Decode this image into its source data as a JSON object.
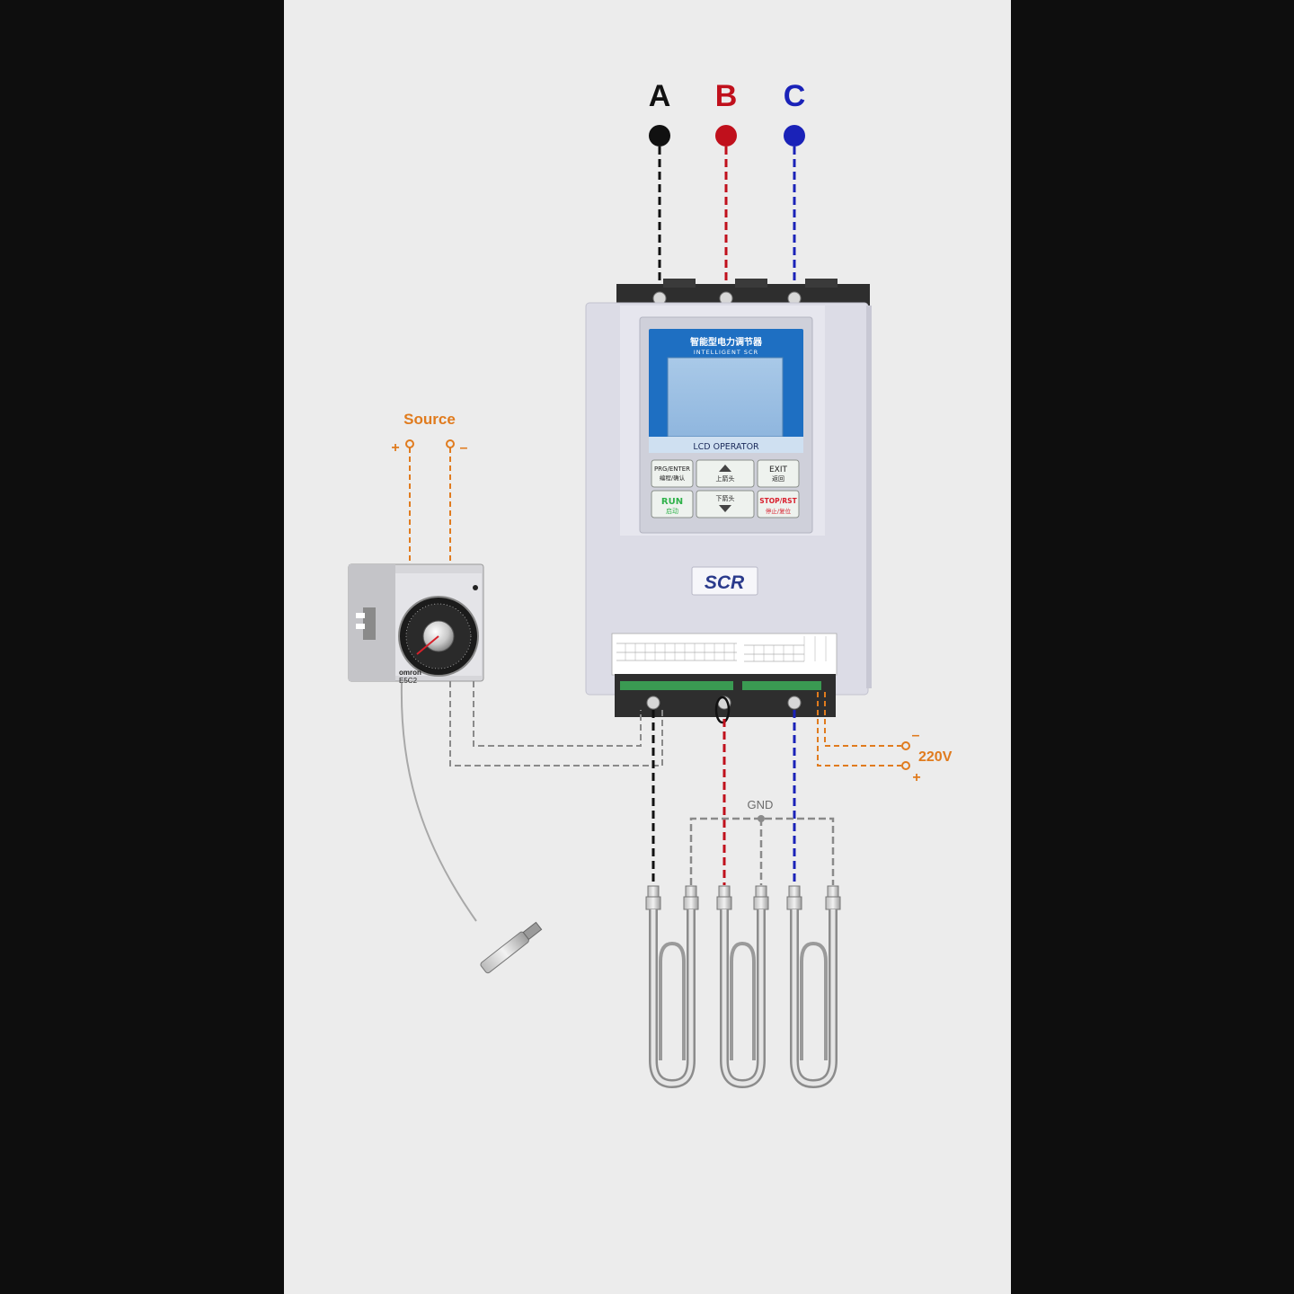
{
  "phases": [
    {
      "label": "A",
      "color": "#111111"
    },
    {
      "label": "B",
      "color": "#c0101c"
    },
    {
      "label": "C",
      "color": "#1a22b8"
    }
  ],
  "source": {
    "label": "Source",
    "plus": "+",
    "minus": "–"
  },
  "supply": {
    "label": "220V",
    "minus": "–",
    "plus": "+"
  },
  "ground": {
    "label": "GND"
  },
  "controller": {
    "title_cn": "智能型电力调节器",
    "title_en": "INTELLIGENT SCR",
    "display_label": "LCD OPERATOR",
    "badge": "SCR",
    "buttons": {
      "prg_enter": "PRG/ENTER",
      "prg_enter_cn": "编程/确认",
      "up_cn": "上箭头",
      "exit": "EXIT",
      "exit_cn": "返回",
      "run": "RUN",
      "run_cn": "启动",
      "down_cn": "下箭头",
      "stop_rst": "STOP/RST",
      "stop_rst_cn": "停止/复位"
    }
  },
  "thermostat": {
    "brand": "omron",
    "model": "E5C2"
  },
  "colors": {
    "accent_orange": "#e07b1e",
    "signal_gray": "#8a8a8a",
    "panel_bg": "#ececec"
  }
}
